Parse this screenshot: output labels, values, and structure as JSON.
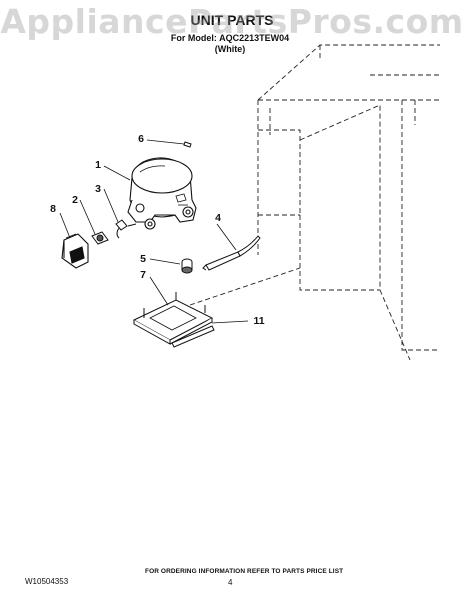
{
  "watermark": "AppliancePartsPros.com",
  "header": {
    "title": "UNIT PARTS",
    "model": "For Model: AQC2213TEW04",
    "colour": "(White)"
  },
  "callouts": {
    "c1": "1",
    "c2": "2",
    "c3": "3",
    "c4": "4",
    "c5": "5",
    "c6": "6",
    "c7": "7",
    "c8": "8",
    "c11": "11"
  },
  "footer": {
    "ordering_note": "FOR ORDERING INFORMATION REFER TO PARTS PRICE LIST",
    "document_number": "W10504353",
    "page_number": "4"
  }
}
